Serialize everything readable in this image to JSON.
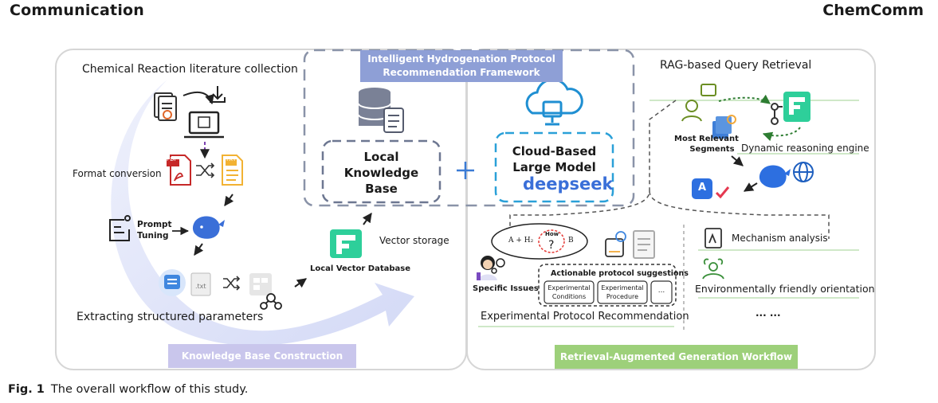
{
  "header": {
    "left": "Communication",
    "right": "ChemComm"
  },
  "caption": {
    "label": "Fig. 1",
    "text": "The overall workflow of this study."
  },
  "left_panel": {
    "title": "Chemical Reaction literature collection",
    "format_conversion": "Format conversion",
    "prompt_line1": "Prompt",
    "prompt_line2": "Tuning",
    "extracting": "Extracting structured parameters",
    "txt_label": ".txt",
    "pdf_label": "PDF",
    "txt_badge": "TXT",
    "banner": "Knowledge Base Construction"
  },
  "center": {
    "banner_line1": "Intelligent Hydrogenation Protocol",
    "banner_line2": "Recommendation Framework",
    "kb_line1": "Local",
    "kb_line2": "Knowledge",
    "kb_line3": "Base",
    "plus": "+",
    "cloud_line1": "Cloud-Based",
    "cloud_line2": "Large Model",
    "deepseek": "deepseek",
    "vector_storage": "Vector storage",
    "local_vector_db": "Local Vector Database"
  },
  "right_panel": {
    "rag_title": "RAG-based Query Retrieval",
    "most_relevant_line1": "Most Relevant",
    "most_relevant_line2": "Segments",
    "dynamic_engine": "Dynamic reasoning engine",
    "app_letter": "A",
    "specific_issues": "Specific Issues",
    "actionable": "Actionable protocol suggestions",
    "exp_conditions_line1": "Experimental",
    "exp_conditions_line2": "Conditions",
    "exp_procedure_line1": "Experimental",
    "exp_procedure_line2": "Procedure",
    "ellipsis_box": "...",
    "exp_protocol_rec": "Experimental Protocol Recommendation",
    "mechanism": "Mechanism analysis",
    "environment": "Environmentally friendly orientation",
    "more": "... ...",
    "bubble_reaction": "A + H₂",
    "bubble_how": "How",
    "bubble_b": "B",
    "bubble_q": "?",
    "banner": "Retrieval-Augmented Generation Workflow"
  },
  "colors": {
    "left_banner": "#c9c6ec",
    "center_banner": "#8e9fd6",
    "right_banner": "#9dd07a",
    "accent_green": "#2ecf9a",
    "deepseek_blue": "#3a6fd8",
    "panel_border": "#d4d4d4"
  }
}
